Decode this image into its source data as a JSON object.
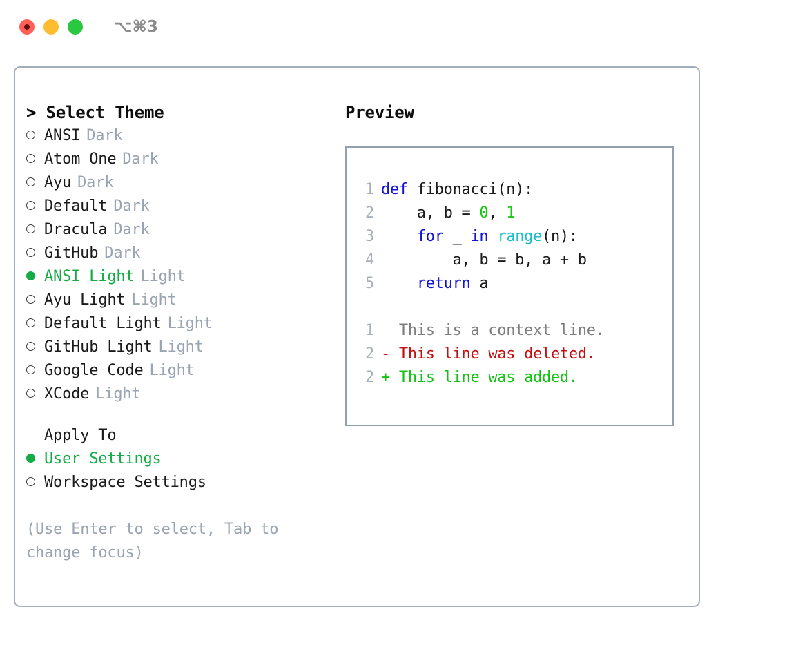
{
  "window": {
    "title": "⌥⌘3",
    "traffic_lights": [
      {
        "name": "close",
        "color": "#ff5f57"
      },
      {
        "name": "minimize",
        "color": "#febc2e"
      },
      {
        "name": "maximize",
        "color": "#28c840"
      }
    ]
  },
  "colors": {
    "accent_green": "#15ab47",
    "muted": "#9aa4b2",
    "border": "#a3adbb",
    "preview_border": "#93a0b0",
    "keyword": "#1414d6",
    "function": "#17c0c9",
    "number": "#15c915",
    "diff_delete": "#c41010",
    "diff_add": "#12c312",
    "diff_context": "#7e7e7e"
  },
  "theme_section": {
    "header": "> Select Theme",
    "items": [
      {
        "marker": "hollow",
        "label": "ANSI",
        "badge": "Dark",
        "selected": false
      },
      {
        "marker": "hollow",
        "label": "Atom One",
        "badge": "Dark",
        "selected": false
      },
      {
        "marker": "hollow",
        "label": "Ayu",
        "badge": "Dark",
        "selected": false
      },
      {
        "marker": "hollow",
        "label": "Default",
        "badge": "Dark",
        "selected": false
      },
      {
        "marker": "hollow",
        "label": "Dracula",
        "badge": "Dark",
        "selected": false
      },
      {
        "marker": "hollow",
        "label": "GitHub",
        "badge": "Dark",
        "selected": false
      },
      {
        "marker": "filled",
        "label": "ANSI Light",
        "badge": "Light",
        "selected": true
      },
      {
        "marker": "hollow",
        "label": "Ayu Light",
        "badge": "Light",
        "selected": false
      },
      {
        "marker": "hollow",
        "label": "Default Light",
        "badge": "Light",
        "selected": false
      },
      {
        "marker": "hollow",
        "label": "GitHub Light",
        "badge": "Light",
        "selected": false
      },
      {
        "marker": "hollow",
        "label": "Google Code",
        "badge": "Light",
        "selected": false
      },
      {
        "marker": "hollow",
        "label": "XCode",
        "badge": "Light",
        "selected": false
      }
    ]
  },
  "apply_section": {
    "header": "Apply To",
    "items": [
      {
        "marker": "filled",
        "label": "User Settings",
        "selected": true
      },
      {
        "marker": "hollow",
        "label": "Workspace Settings",
        "selected": false
      }
    ]
  },
  "hint": "(Use Enter to select, Tab to change focus)",
  "preview": {
    "title": "Preview",
    "code_lines": [
      {
        "num": "1",
        "tokens": [
          {
            "t": "def",
            "c": "kw"
          },
          {
            "t": " fibonacci(n):",
            "c": "txt"
          }
        ]
      },
      {
        "num": "2",
        "tokens": [
          {
            "t": "    a, b = ",
            "c": "txt"
          },
          {
            "t": "0",
            "c": "num"
          },
          {
            "t": ", ",
            "c": "txt"
          },
          {
            "t": "1",
            "c": "num"
          }
        ]
      },
      {
        "num": "3",
        "tokens": [
          {
            "t": "    ",
            "c": "txt"
          },
          {
            "t": "for",
            "c": "kw"
          },
          {
            "t": " _ ",
            "c": "txt"
          },
          {
            "t": "in",
            "c": "kw"
          },
          {
            "t": " ",
            "c": "txt"
          },
          {
            "t": "range",
            "c": "fn"
          },
          {
            "t": "(n):",
            "c": "txt"
          }
        ]
      },
      {
        "num": "4",
        "tokens": [
          {
            "t": "        a, b = b, a + b",
            "c": "txt"
          }
        ]
      },
      {
        "num": "5",
        "tokens": [
          {
            "t": "    ",
            "c": "txt"
          },
          {
            "t": "return",
            "c": "kw"
          },
          {
            "t": " a",
            "c": "txt"
          }
        ]
      }
    ],
    "diff_lines": [
      {
        "num": "1",
        "tokens": [
          {
            "t": "  This is a context line.",
            "c": "ctx"
          }
        ]
      },
      {
        "num": "2",
        "tokens": [
          {
            "t": "- This line was deleted.",
            "c": "del"
          }
        ]
      },
      {
        "num": "2",
        "tokens": [
          {
            "t": "+ This line was added.",
            "c": "add"
          }
        ]
      }
    ]
  }
}
